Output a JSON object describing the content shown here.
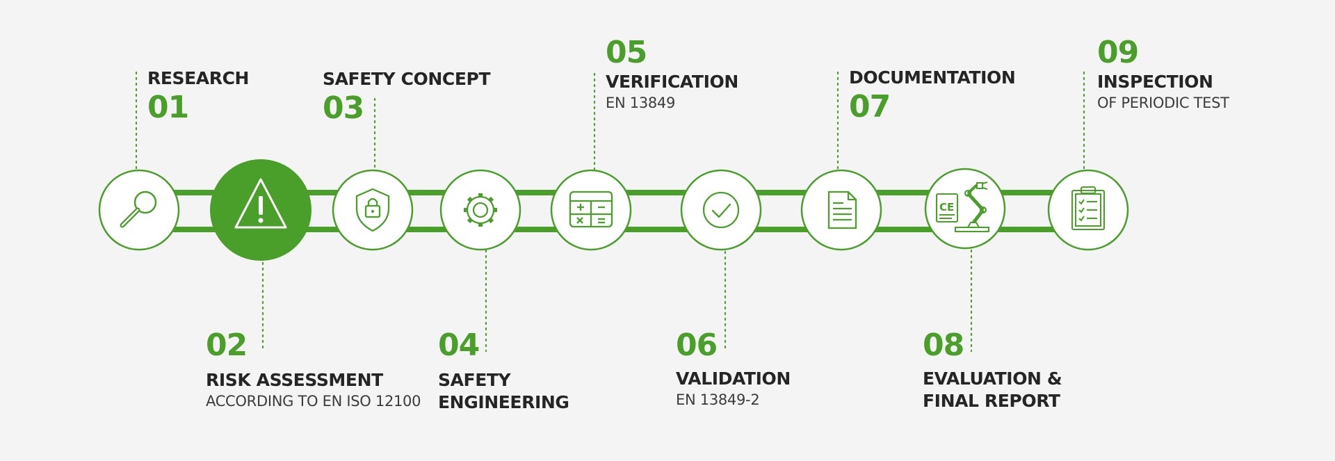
{
  "colors": {
    "accent": "#4a9e2a",
    "background": "#f4f4f4",
    "text": "#252525"
  },
  "steps": [
    {
      "number": "01",
      "title": "RESEARCH",
      "subtitle": "",
      "icon": "magnifier-icon",
      "highlighted": false
    },
    {
      "number": "02",
      "title": "RISK ASSESSMENT",
      "subtitle": "ACCORDING TO EN ISO 12100",
      "icon": "warning-triangle-icon",
      "highlighted": true
    },
    {
      "number": "03",
      "title": "SAFETY CONCEPT",
      "subtitle": "",
      "icon": "shield-lock-icon",
      "highlighted": false
    },
    {
      "number": "04",
      "title": "SAFETY",
      "title2": "ENGINEERING",
      "subtitle": "",
      "icon": "gear-icon",
      "highlighted": false
    },
    {
      "number": "05",
      "title": "VERIFICATION",
      "subtitle": "EN 13849",
      "icon": "calculator-icon",
      "highlighted": false
    },
    {
      "number": "06",
      "title": "VALIDATION",
      "subtitle": "EN 13849-2",
      "icon": "checkmark-icon",
      "highlighted": false
    },
    {
      "number": "07",
      "title": "DOCUMENTATION",
      "subtitle": "",
      "icon": "document-icon",
      "highlighted": false
    },
    {
      "number": "08",
      "title": "EVALUATION &",
      "title2": "FINAL REPORT",
      "subtitle": "",
      "icon": "ce-robot-arm-icon",
      "highlighted": false
    },
    {
      "number": "09",
      "title": "INSPECTION",
      "subtitle": "OF PERIODIC TEST",
      "icon": "clipboard-checklist-icon",
      "highlighted": false
    }
  ]
}
